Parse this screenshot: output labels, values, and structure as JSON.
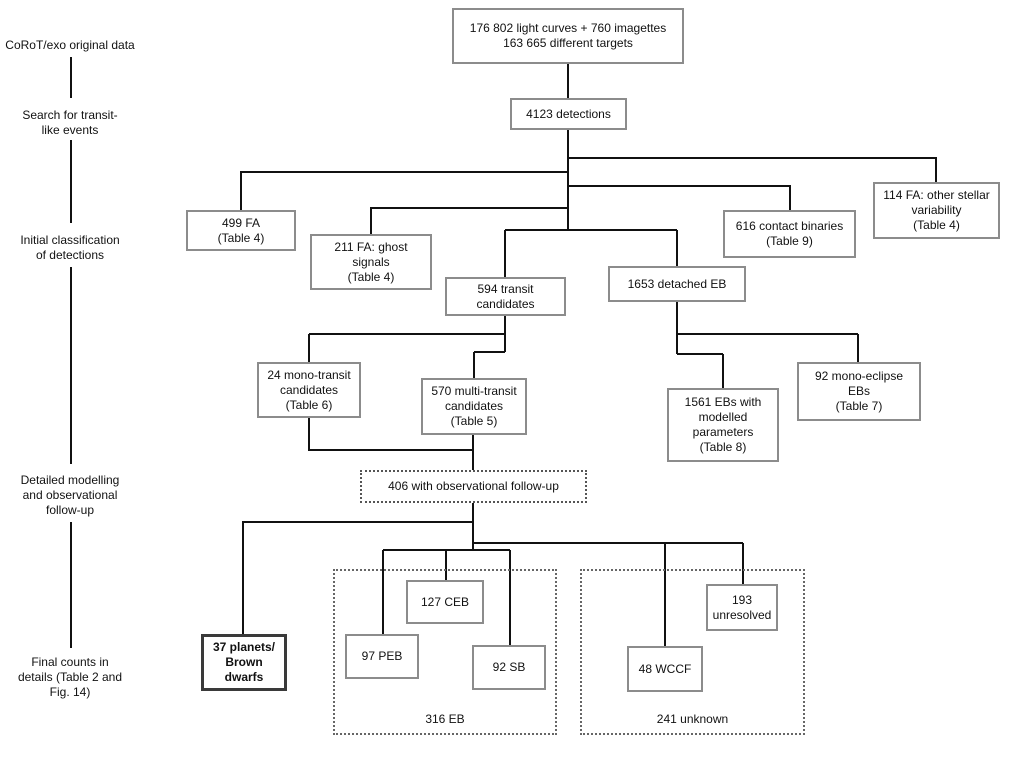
{
  "stages": [
    [
      "CoRoT/exo original data"
    ],
    [
      "Search for transit-",
      "like events"
    ],
    [
      "Initial classification",
      "of detections"
    ],
    [
      "Detailed modelling",
      "and observational",
      "follow-up"
    ],
    [
      "Final counts in",
      "details (Table 2 and",
      "Fig. 14)"
    ]
  ],
  "nodes": {
    "original": [
      "176 802 light curves + 760 imagettes",
      "163 665 different targets"
    ],
    "detections": [
      "4123 detections"
    ],
    "fa499": [
      "499 FA",
      "(Table 4)"
    ],
    "fa211": [
      "211 FA: ghost",
      "signals",
      "(Table 4)"
    ],
    "transit594": [
      "594 transit",
      "candidates"
    ],
    "eb1653": [
      "1653 detached EB"
    ],
    "contact616": [
      "616 contact binaries",
      "(Table 9)"
    ],
    "fa114": [
      "114 FA: other stellar",
      "variability",
      "(Table 4)"
    ],
    "mono24": [
      "24 mono-transit",
      "candidates",
      "(Table 6)"
    ],
    "multi570": [
      "570 multi-transit",
      "candidates",
      "(Table 5)"
    ],
    "eb1561": [
      "1561 EBs with",
      "modelled",
      "parameters",
      "(Table 8)"
    ],
    "mono92": [
      "92 mono-eclipse",
      "EBs",
      "(Table 7)"
    ],
    "followup406": [
      "406 with observational follow-up"
    ],
    "planets37": [
      "37 planets/",
      "Brown",
      "dwarfs"
    ],
    "ceb127": [
      "127 CEB"
    ],
    "peb97": [
      "97 PEB"
    ],
    "sb92": [
      "92 SB"
    ],
    "wccf48": [
      "48 WCCF"
    ],
    "unres193": [
      "193",
      "unresolved"
    ]
  },
  "groups": {
    "eb316": "316 EB",
    "unknown241": "241 unknown"
  }
}
